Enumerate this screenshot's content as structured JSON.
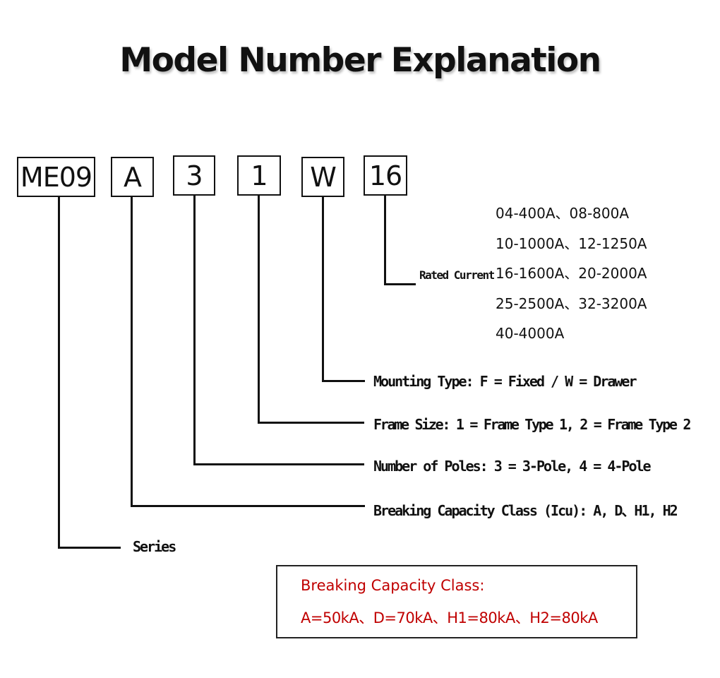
{
  "title": "Model Number Explanation",
  "model_segments": [
    {
      "code": "ME09"
    },
    {
      "code": "A"
    },
    {
      "code": "3"
    },
    {
      "code": "1"
    },
    {
      "code": "W"
    },
    {
      "code": "16"
    }
  ],
  "annotations": {
    "rated_current": "Rated Current",
    "mounting_type": "Mounting Type:  F = Fixed / W = Drawer",
    "frame_size": "Frame Size: 1 = Frame Type 1, 2 = Frame Type 2",
    "poles": "Number of Poles: 3 = 3-Pole, 4 = 4-Pole",
    "breaking_class": "Breaking Capacity Class  (Icu):  A, D、H1, H2",
    "series": "Series"
  },
  "rated_current_values": [
    "04-400A、08-800A",
    "10-1000A、12-1250A",
    "16-1600A、20-2000A",
    "25-2500A、32-3200A",
    "40-4000A"
  ],
  "note": {
    "title": "Breaking Capacity Class:",
    "body": "A=50kA、D=70kA、H1=80kA、H2=80kA"
  },
  "colors": {
    "text": "#111111",
    "line": "#111111",
    "note_text": "#c00000",
    "background": "#ffffff"
  }
}
